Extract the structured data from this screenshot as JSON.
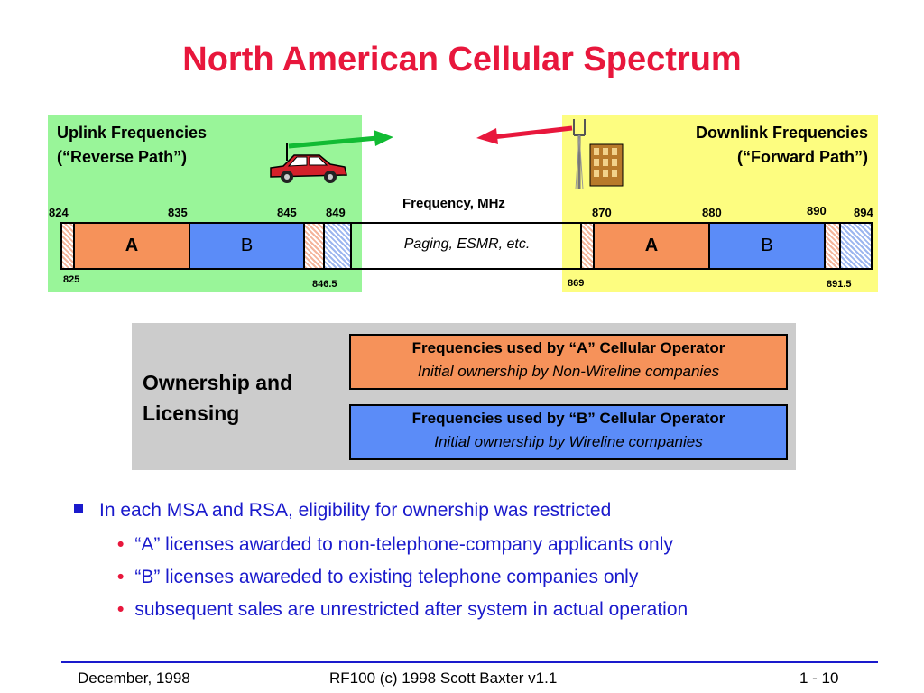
{
  "title": "North American Cellular Spectrum",
  "uplink": {
    "heading_line1": "Uplink Frequencies",
    "heading_line2": "(“Reverse Path”)",
    "ticks_top": [
      "824",
      "835",
      "845",
      "849"
    ],
    "ticks_bottom": [
      "825",
      "846.5"
    ],
    "band_a": "A",
    "band_b": "B",
    "car_icon": "car-icon",
    "arrow_color": "#11bb33"
  },
  "downlink": {
    "heading_line1": "Downlink Frequencies",
    "heading_line2": "(“Forward Path”)",
    "ticks_top": [
      "870",
      "880",
      "890",
      "894"
    ],
    "ticks_bottom": [
      "869",
      "891.5"
    ],
    "band_a": "A",
    "band_b": "B",
    "tower_icon": "cell-tower-icon",
    "arrow_color": "#e8173c"
  },
  "middle": {
    "freq_label": "Frequency, MHz",
    "gap_label": "Paging, ESMR, etc."
  },
  "ownership": {
    "label_line1": "Ownership and",
    "label_line2": "Licensing",
    "op_a_title": "Frequencies used by “A” Cellular Operator",
    "op_a_desc": "Initial ownership by Non-Wireline companies",
    "op_b_title": "Frequencies used by “B” Cellular Operator",
    "op_b_desc": "Initial ownership by Wireline companies",
    "op_a_color": "#f6925a",
    "op_b_color": "#5b8cf8"
  },
  "bullets": {
    "main": "In each MSA and RSA, eligibility for ownership was restricted",
    "subs": [
      "“A” licenses awarded to non-telephone-company applicants only",
      "“B” licenses awareded to existing telephone companies only",
      "subsequent sales are unrestricted after system in actual operation"
    ]
  },
  "footer": {
    "left": "December, 1998",
    "center": "RF100 (c) 1998 Scott Baxter v1.1",
    "right": "1 - 10"
  }
}
